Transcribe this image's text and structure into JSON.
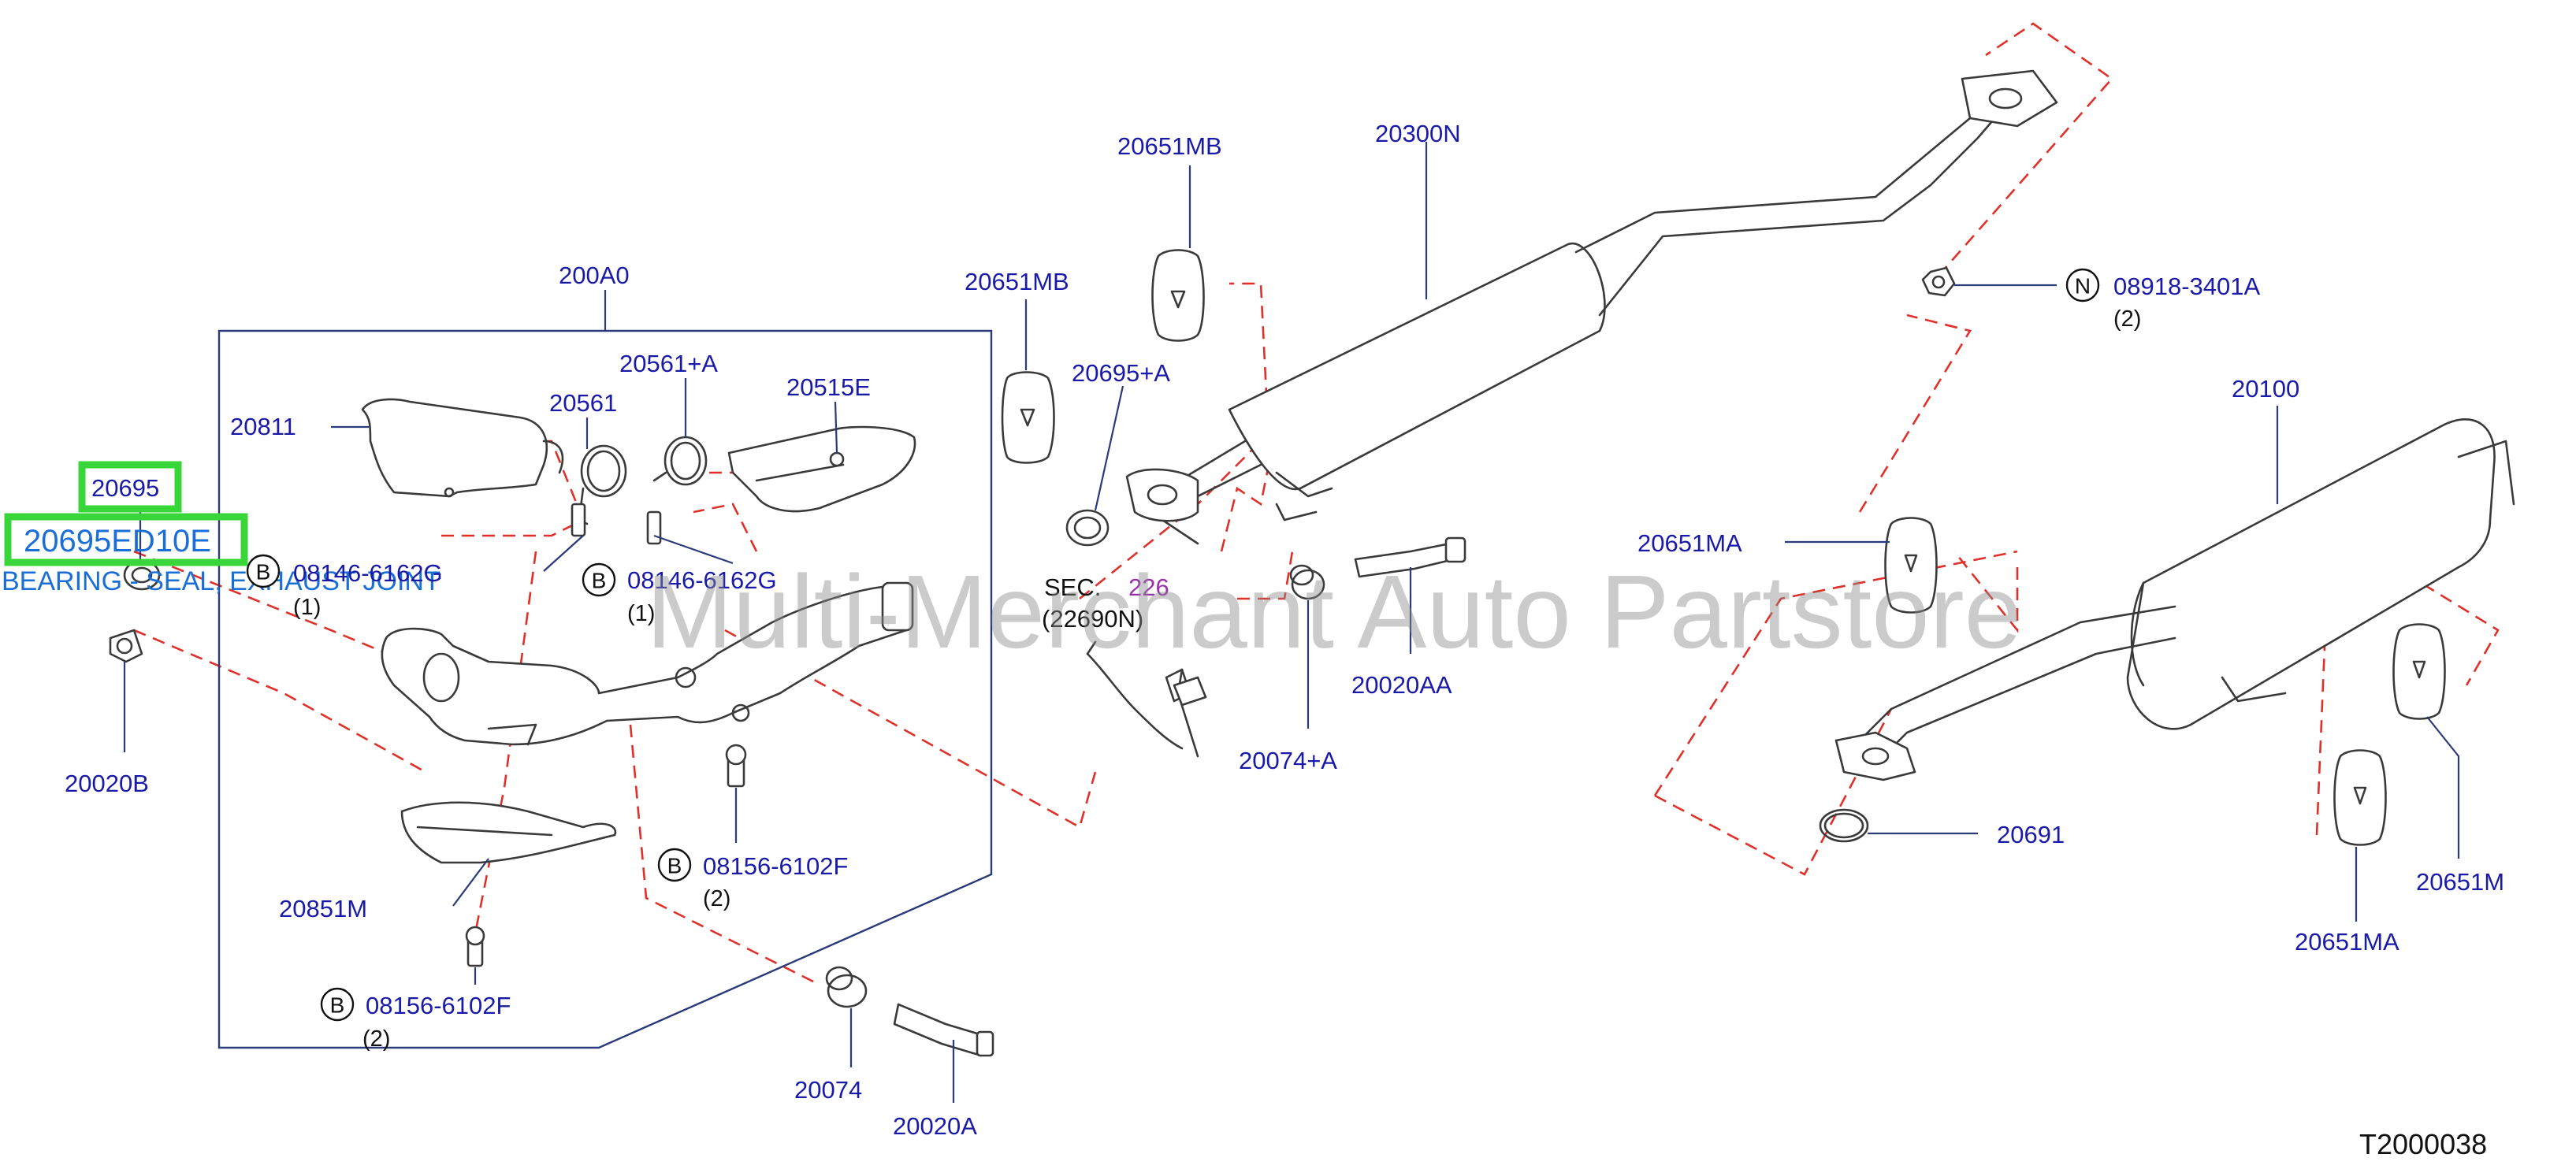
{
  "labels": {
    "p200a0": "200A0",
    "p20811": "20811",
    "p20561": "20561",
    "p20561a": "20561+A",
    "p20515e": "20515E",
    "p20695": "20695",
    "p20695ed10e": "20695ED10E",
    "bearing_seal": "BEARING - SEAL, EXHAUST JOINT",
    "b1_num": "08146-6162G",
    "b1_qty": "(1)",
    "b2_num": "08146-6162G",
    "b2_qty": "(1)",
    "p20020b": "20020B",
    "b3_num": "08156-6102F",
    "b3_qty": "(2)",
    "p20851m": "20851M",
    "b4_num": "08156-6102F",
    "b4_qty": "(2)",
    "p20074": "20074",
    "p20020a": "20020A",
    "p20651mb_a": "20651MB",
    "p20651mb_b": "20651MB",
    "p20695a": "20695+A",
    "p20300n": "20300N",
    "sec_prefix": "SEC.",
    "sec_num": "226",
    "sec_sub": "(22690N)",
    "p20074a": "20074+A",
    "p20020aa": "20020AA",
    "n_num": "08918-3401A",
    "n_qty": "(2)",
    "p20100": "20100",
    "p20651ma_a": "20651MA",
    "p20691": "20691",
    "p20651m": "20651M",
    "p20651ma_b": "20651MA",
    "diagram_code": "T2000038",
    "watermark": "Multi-Merchant Auto Partstore",
    "circle_b": "B",
    "circle_n": "N"
  },
  "colors": {
    "label_blue": "#1a1aa8",
    "guide_red": "#e0302a",
    "highlight_green": "#39d639",
    "highlight_text": "#1a6fd6",
    "reference_purple": "#9a2fb0"
  }
}
